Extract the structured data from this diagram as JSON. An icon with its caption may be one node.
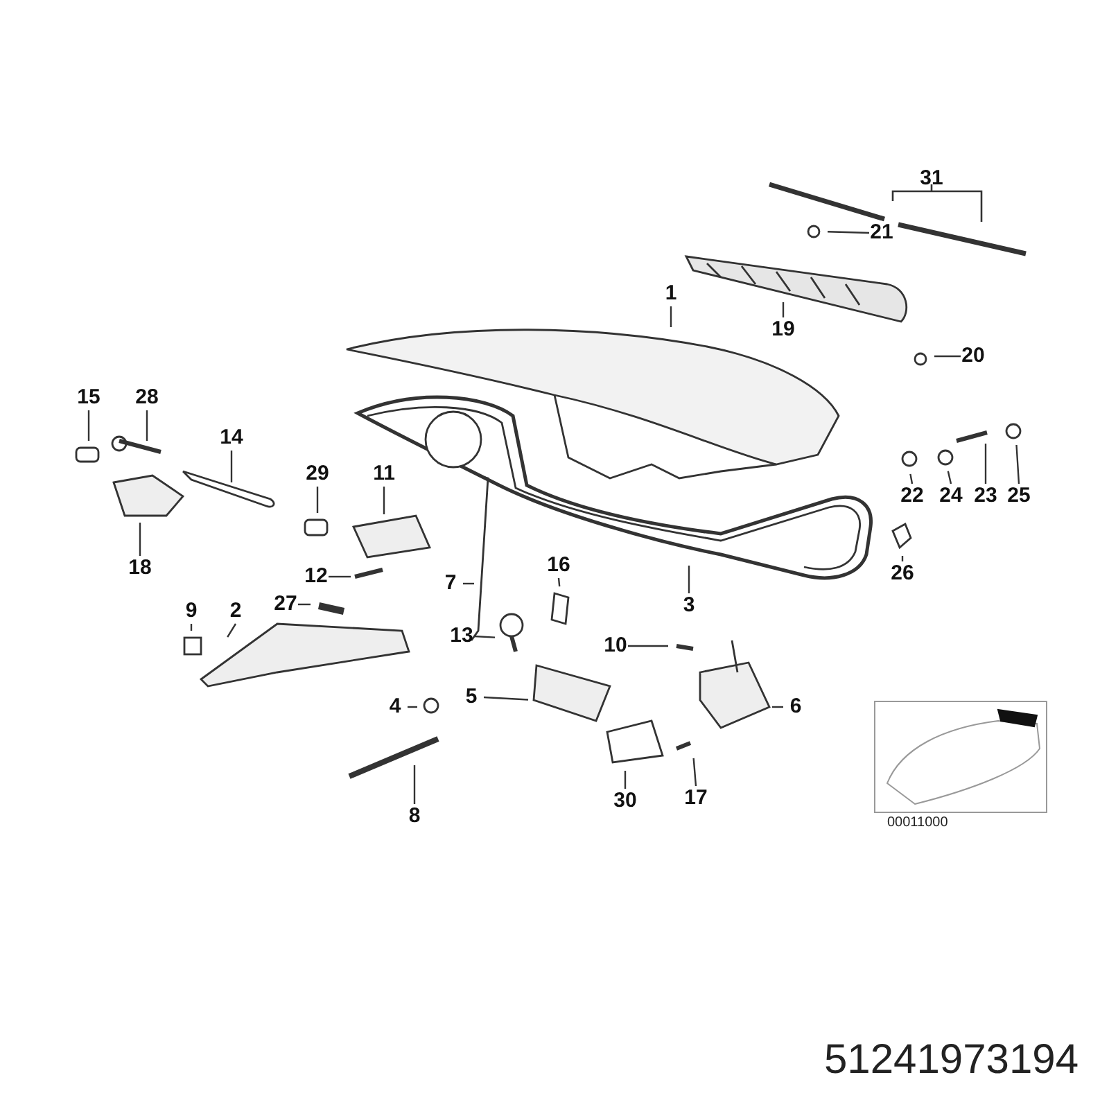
{
  "diagram": {
    "nodes": [
      {
        "text": [
          "1"
        ]
      },
      {
        "text": [
          "2"
        ]
      },
      {
        "text": [
          "3"
        ]
      },
      {
        "text": [
          "4"
        ]
      },
      {
        "text": [
          "5"
        ]
      },
      {
        "text": [
          "6"
        ]
      },
      {
        "text": [
          "7"
        ]
      },
      {
        "text": [
          "8"
        ]
      },
      {
        "text": [
          "9"
        ]
      },
      {
        "text": [
          "10"
        ]
      },
      {
        "text": [
          "11"
        ]
      },
      {
        "text": [
          "12"
        ]
      },
      {
        "text": [
          "13"
        ]
      },
      {
        "text": [
          "14"
        ]
      },
      {
        "text": [
          "15"
        ]
      },
      {
        "text": [
          "16"
        ]
      },
      {
        "text": [
          "17"
        ]
      },
      {
        "text": [
          "18"
        ]
      },
      {
        "text": [
          "19"
        ]
      },
      {
        "text": [
          "20"
        ]
      },
      {
        "text": [
          "21"
        ]
      },
      {
        "text": [
          "22"
        ]
      },
      {
        "text": [
          "23"
        ]
      },
      {
        "text": [
          "24"
        ]
      },
      {
        "text": [
          "25"
        ]
      },
      {
        "text": [
          "26"
        ]
      },
      {
        "text": [
          "27"
        ]
      },
      {
        "text": [
          "28"
        ]
      },
      {
        "text": [
          "29"
        ]
      },
      {
        "text": [
          "30"
        ]
      },
      {
        "text": [
          "31"
        ]
      }
    ],
    "edges": [
      {
        "from": 0,
        "to": null,
        "arrow": "none"
      },
      {
        "from": 1,
        "to": null,
        "arrow": "none"
      },
      {
        "from": 2,
        "to": null,
        "arrow": "none"
      },
      {
        "from": 3,
        "to": null,
        "arrow": "none"
      },
      {
        "from": 4,
        "to": null,
        "arrow": "none"
      },
      {
        "from": 5,
        "to": null,
        "arrow": "none"
      },
      {
        "from": 6,
        "to": null,
        "arrow": "none"
      },
      {
        "from": 7,
        "to": null,
        "arrow": "none"
      },
      {
        "from": 8,
        "to": null,
        "arrow": "none"
      },
      {
        "from": 9,
        "to": null,
        "arrow": "none"
      },
      {
        "from": 10,
        "to": null,
        "arrow": "none"
      },
      {
        "from": 11,
        "to": null,
        "arrow": "none"
      },
      {
        "from": 12,
        "to": null,
        "arrow": "none"
      },
      {
        "from": 13,
        "to": null,
        "arrow": "none"
      },
      {
        "from": 14,
        "to": null,
        "arrow": "none"
      },
      {
        "from": 15,
        "to": null,
        "arrow": "none"
      },
      {
        "from": 16,
        "to": null,
        "arrow": "none"
      },
      {
        "from": 17,
        "to": null,
        "arrow": "none"
      },
      {
        "from": 18,
        "to": null,
        "arrow": "none"
      },
      {
        "from": 19,
        "to": null,
        "arrow": "none"
      },
      {
        "from": 20,
        "to": null,
        "arrow": "none"
      },
      {
        "from": 21,
        "to": null,
        "arrow": "none"
      },
      {
        "from": 22,
        "to": null,
        "arrow": "none"
      },
      {
        "from": 23,
        "to": null,
        "arrow": "none"
      },
      {
        "from": 24,
        "to": null,
        "arrow": "none"
      },
      {
        "from": 25,
        "to": null,
        "arrow": "none"
      },
      {
        "from": 26,
        "to": null,
        "arrow": "none"
      },
      {
        "from": 27,
        "to": null,
        "arrow": "none"
      },
      {
        "from": 28,
        "to": null,
        "arrow": "none"
      },
      {
        "from": 29,
        "to": null,
        "arrow": "none"
      }
    ],
    "labels": [
      "00011000",
      "51241973194"
    ]
  }
}
